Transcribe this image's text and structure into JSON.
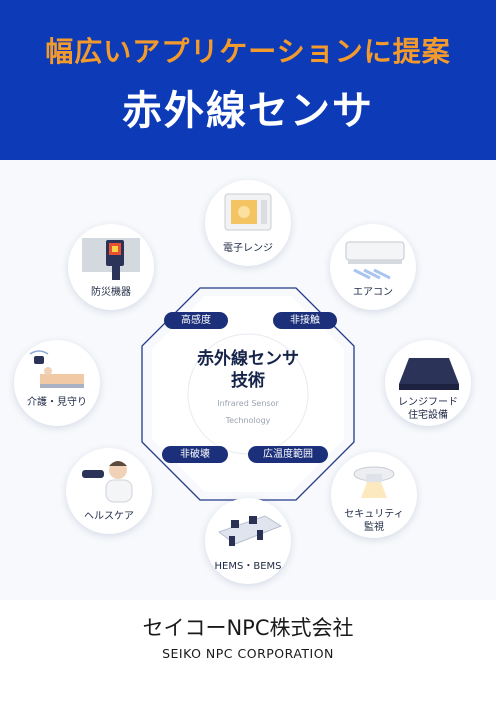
{
  "header": {
    "line1": "幅広いアプリケーションに提案",
    "line2": "赤外線センサ",
    "bg_color": "#0d3bb8",
    "line1_color": "#f39a2c"
  },
  "core": {
    "title_line1": "赤外線センサ",
    "title_line2": "技術",
    "sub_line1": "Infrared Sensor",
    "sub_line2": "Technology"
  },
  "features": [
    "高感度",
    "非接触",
    "非破壊",
    "広温度範囲"
  ],
  "applications": [
    {
      "label": "電子レンジ",
      "icon": "microwave-icon"
    },
    {
      "label": "エアコン",
      "icon": "air-conditioner-icon"
    },
    {
      "label": "レンジフード\n住宅設備",
      "line1": "レンジフード",
      "line2": "住宅設備",
      "icon": "range-hood-icon"
    },
    {
      "label": "セキュリティ\n監視",
      "line1": "セキュリティ",
      "line2": "監視",
      "icon": "security-sensor-icon"
    },
    {
      "label": "HEMS・BEMS",
      "icon": "office-desk-icon"
    },
    {
      "label": "ヘルスケア",
      "icon": "thermometer-doctor-icon"
    },
    {
      "label": "介護・見守り",
      "icon": "bed-monitor-icon"
    },
    {
      "label": "防災機器",
      "icon": "thermal-camera-icon"
    }
  ],
  "logo": {
    "jp": "セイコーNPC株式会社",
    "en": "SEIKO NPC CORPORATION"
  }
}
